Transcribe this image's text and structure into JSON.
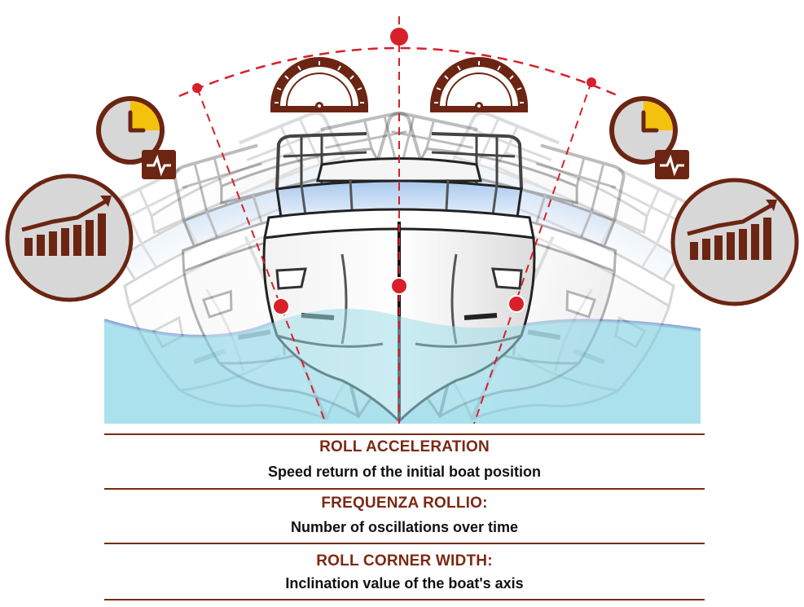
{
  "colors": {
    "brand": "#7a2a14",
    "accent_red": "#d8202a",
    "water": "#b8e6f2",
    "clock_yellow": "#f4c20d",
    "icon_grey": "#d7d7d7"
  },
  "icons": {
    "left_chart": "bar-chart-growth-icon",
    "right_chart": "bar-chart-growth-icon",
    "left_clock": "clock-icon",
    "right_clock": "clock-icon",
    "left_protractor": "protractor-icon",
    "right_protractor": "protractor-icon",
    "boat": "motorboat-bow-icon"
  },
  "legend": {
    "items": [
      {
        "title": "ROLL ACCELERATION",
        "description": "Speed return of the initial boat position"
      },
      {
        "title": "FREQUENZA ROLLIO:",
        "description": "Number of oscillations over time"
      },
      {
        "title": "ROLL CORNER WIDTH:",
        "description": "Inclination value of the boat's axis"
      }
    ]
  }
}
